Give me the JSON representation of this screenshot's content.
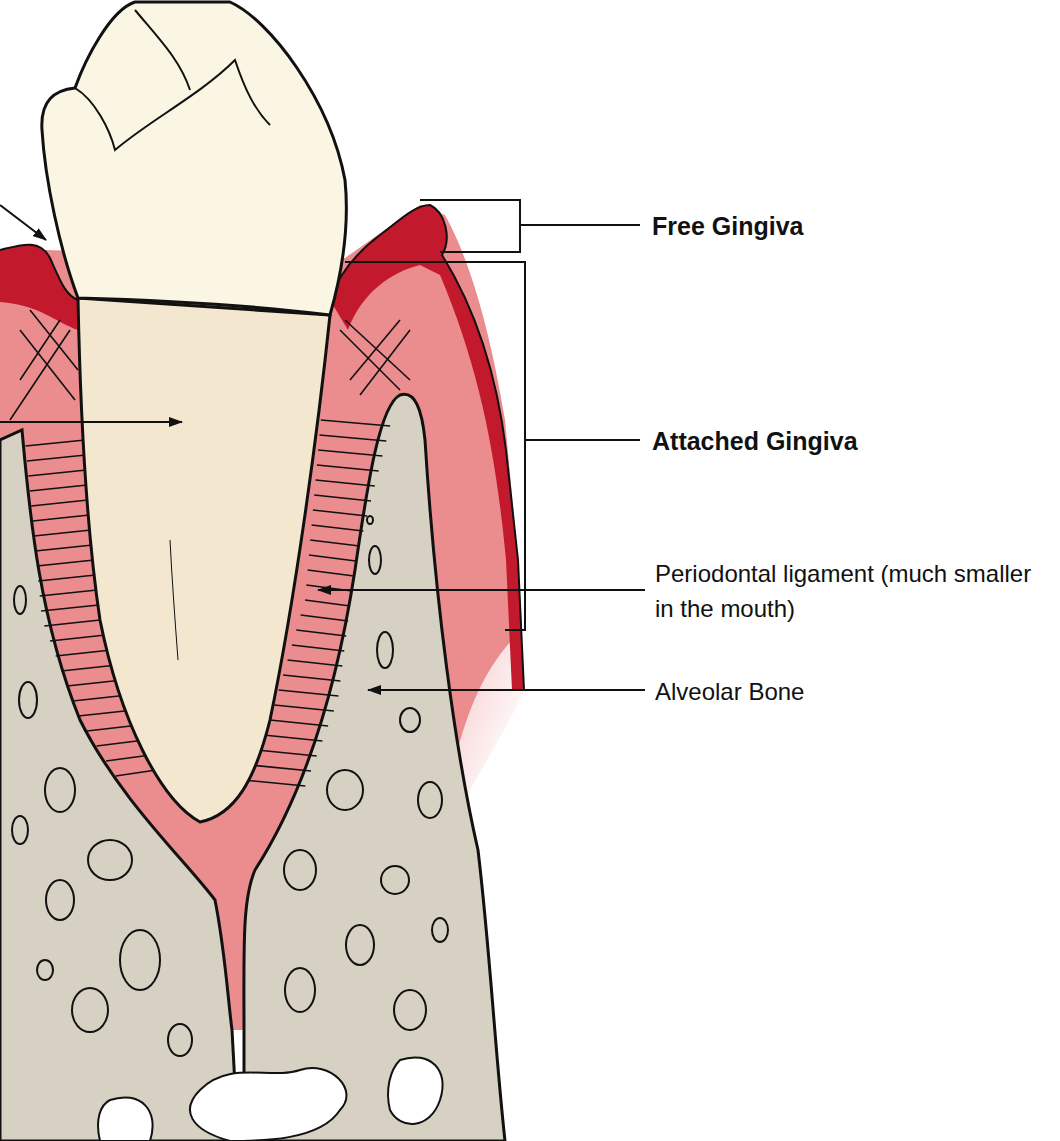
{
  "diagram": {
    "labels": [
      "Free Gingiva",
      "Attached Gingiva",
      "Periodontal ligament (much smaller in the mouth)",
      "Alveolar Bone"
    ]
  }
}
